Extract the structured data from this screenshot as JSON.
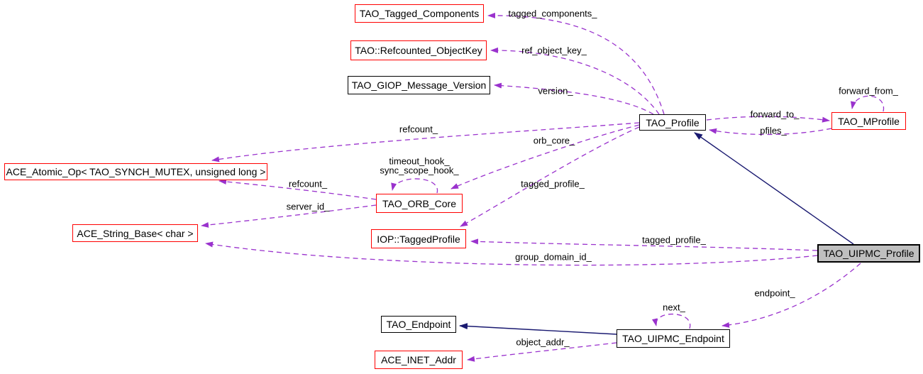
{
  "diagram_type": "collaboration-graph",
  "colors": {
    "background": "#ffffff",
    "edge_dashed": "#9a32cd",
    "edge_solid": "#191970",
    "node_border_default": "#000000",
    "node_border_external": "#ff0000",
    "node_fill": "#ffffff",
    "focus_node_fill": "#bfbfbf"
  },
  "nodes": {
    "tagged_components": {
      "label": "TAO_Tagged_Components"
    },
    "refcounted_objectkey": {
      "label": "TAO::Refcounted_ObjectKey"
    },
    "giop_message_version": {
      "label": "TAO_GIOP_Message_Version"
    },
    "tao_profile": {
      "label": "TAO_Profile"
    },
    "tao_mprofile": {
      "label": "TAO_MProfile"
    },
    "ace_atomic_op": {
      "label": "ACE_Atomic_Op< TAO_SYNCH_MUTEX, unsigned long >"
    },
    "tao_orb_core": {
      "label": "TAO_ORB_Core"
    },
    "ace_string_base": {
      "label": "ACE_String_Base< char >"
    },
    "iop_taggedprofile": {
      "label": "IOP::TaggedProfile"
    },
    "tao_uipmc_profile": {
      "label": "TAO_UIPMC_Profile"
    },
    "tao_endpoint": {
      "label": "TAO_Endpoint"
    },
    "tao_uipmc_endpoint": {
      "label": "TAO_UIPMC_Endpoint"
    },
    "ace_inet_addr": {
      "label": "ACE_INET_Addr"
    }
  },
  "edges": {
    "profile_tagged_components": {
      "label": "tagged_components_"
    },
    "profile_ref_object_key": {
      "label": "ref_object_key_"
    },
    "profile_version": {
      "label": "version_"
    },
    "profile_refcount": {
      "label": "refcount_"
    },
    "profile_orb_core": {
      "label": "orb_core_"
    },
    "profile_tagged_profile": {
      "label": "tagged_profile_"
    },
    "profile_forward_to": {
      "label": "forward_to_"
    },
    "mprofile_pfiles": {
      "label": "pfiles_"
    },
    "mprofile_forward_from": {
      "label": "forward_from_"
    },
    "orbcore_timeout_hook": {
      "label": "timeout_hook_"
    },
    "orbcore_sync_scope_hook": {
      "label": "sync_scope_hook_"
    },
    "orbcore_refcount": {
      "label": "refcount_"
    },
    "orbcore_server_id": {
      "label": "server_id_"
    },
    "uipmc_group_domain_id": {
      "label": "group_domain_id_"
    },
    "uipmc_tagged_profile": {
      "label": "tagged_profile_"
    },
    "uipmc_endpoint": {
      "label": "endpoint_"
    },
    "uipmc_endpoint_next": {
      "label": "next_"
    },
    "uipmc_endpoint_object_addr": {
      "label": "object_addr_"
    }
  }
}
